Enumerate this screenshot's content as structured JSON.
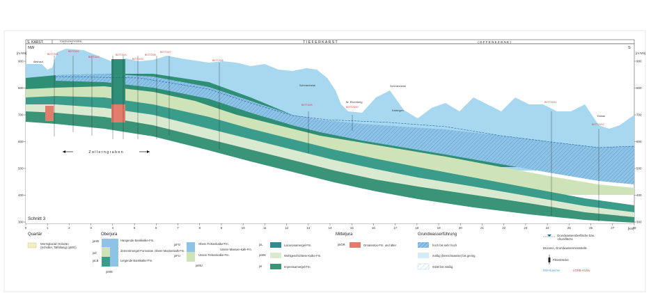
{
  "header": {
    "left": "S. KARST",
    "center": "T I E F E R   K A R S T",
    "right": "( O F F E N E   Z O N E )",
    "annotation": "Karstvorkommlinie\nNeue-Donau"
  },
  "direction": {
    "left": "NW",
    "right": "S"
  },
  "yaxis": {
    "unit": "[m NN]",
    "ticks": [
      "900",
      "800",
      "700",
      "600",
      "500",
      "400",
      "300"
    ]
  },
  "xaxis": {
    "unit": "[km]",
    "ticks": [
      "0",
      "1",
      "2",
      "3",
      "4",
      "5",
      "6",
      "7",
      "8",
      "9",
      "10",
      "11",
      "12",
      "13",
      "14",
      "15",
      "16",
      "17",
      "18",
      "19",
      "20",
      "21",
      "22",
      "23",
      "24",
      "25",
      "26",
      "27",
      "28"
    ]
  },
  "section_label": "Schnitt 3",
  "zollerngraben": "Z o l l e r n g r a b e n",
  "places": {
    "altstadt": "Altshauf",
    "schmiechetal1": "Schmiechetal",
    "schmiechetal2": "Schmiechetal",
    "donau": "Donau",
    "br_bohrung": "Br. Ehrenberg",
    "kaisenger": "Kaisingen"
  },
  "boreholes": [
    "B07T20/1",
    "B07T20/2",
    "B07T20/3",
    "B07T20/4",
    "B07T20/5",
    "B07T20/6",
    "B07T20/7",
    "B07T20/8",
    "B07T20/9",
    "B07T20/10",
    "B07T20/11",
    "B07T20/12",
    "B07T20/13"
  ],
  "legend": {
    "quartaer": {
      "title": "Quartär",
      "item": "Wormglazial: Holozän (Schotter, Talfüllung) (qWG)"
    },
    "oberjura": {
      "title": "Oberjura",
      "left_codes": [
        "joHB",
        "joZ",
        "joLB",
        "joWE"
      ],
      "left_items": [
        "Hangende Bankkalke-Fm.",
        "Zementmergel-Formation",
        "Liegende Bankkalke-Fm."
      ],
      "left_group": "Obere Massenkalk-Fm.",
      "left_group2": "Massen-kalk-Fm.",
      "mid_codes": [
        "joFO",
        "joFU",
        "joMU"
      ],
      "mid_items": [
        "Obere Felsenkalke-Fm.",
        "Untere Felsenkalke-Fm."
      ],
      "mid_group": "Untere Massen-kalk-Fm.",
      "right_codes": [
        "joL",
        "joWK",
        "joI"
      ],
      "right_items": [
        "Lacunosamergel-Fm.",
        "Wohlgeschichtete-Kalke-Fm.",
        "Impressamergel-Fm."
      ]
    },
    "mitteljura": {
      "title": "Mitteljura",
      "code": "jmOR",
      "item": "Ornatenton-Fm. und älter"
    },
    "grundwasser": {
      "title": "Grundwasserführung",
      "items": [
        "hoch bis sehr hoch",
        "mäßig (bereichsweise) bis gering",
        "mittel bis mäßig"
      ]
    },
    "symbols": {
      "gw_surface": "Grundwasseroberfläche bzw. -druckfläche",
      "brunnen": "Brunnen, Grundwassermessstelle",
      "filter": "Filterstrecke",
      "lgrb": "LGRB-Archiv",
      "dw": "DW-Nummer"
    }
  },
  "colors": {
    "sky": "#9fd3ee",
    "light_green": "#cfe3b8",
    "mid_green": "#3d9b7f",
    "dark_green": "#2a7f6a",
    "teal": "#2f8c93",
    "red": "#e06c5c",
    "hatch": "#1a7fc0",
    "label_red": "#e23a3a"
  }
}
